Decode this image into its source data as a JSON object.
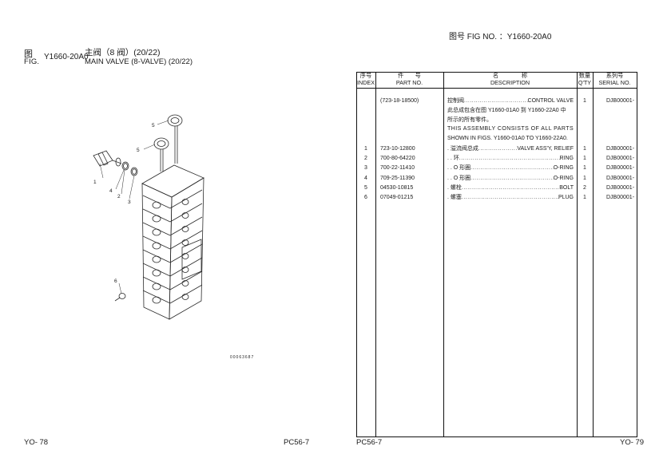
{
  "header": {
    "fig_cn": "图",
    "fig_en": "FIG.",
    "fig_no": "Y1660-20A0",
    "title_cn": "主阀（8 阀）(20/22)",
    "title_en": "MAIN VALVE (8-VALVE) (20/22)",
    "top_fig_label": "图号 FIG NO. ：Y1660-20A0"
  },
  "drawing": {
    "code": "00063687",
    "callouts": [
      "5",
      "5",
      "1",
      "4",
      "2",
      "3",
      "6"
    ]
  },
  "table": {
    "headers": {
      "index_cn": "序号",
      "index_en": "INDEX",
      "part_cn": "件　　号",
      "part_en": "PART NO.",
      "desc_cn": "名　　　　称",
      "desc_en": "DESCRIPTION",
      "qty_cn": "数量",
      "qty_en": "Q'TY",
      "serial_cn": "系列号",
      "serial_en": "SERIAL NO."
    },
    "assembly": {
      "part": "(723-18-18500)",
      "desc_cn": "控制阀",
      "desc_en": "CONTROL VALVE",
      "qty": "1",
      "serial": "DJB00001-",
      "note1": "此总成包含在图 Y1660-01A0 到 Y1660-22A0 中",
      "note2": "所示的所有零件。",
      "note3": "THIS ASSEMBLY CONSISTS OF ALL PARTS",
      "note4": "SHOWN IN FIGS. Y1660-01A0 TO Y1660-22A0."
    },
    "rows": [
      {
        "index": "1",
        "part": "723-10-12800",
        "desc_cn": ". 溢流阀总成",
        "desc_en": "VALVE ASS'Y, RELIEF",
        "qty": "1",
        "serial": "DJB00001-"
      },
      {
        "index": "2",
        "part": "700-80-64220",
        "desc_cn": ". . 环",
        "desc_en": "RING",
        "qty": "1",
        "serial": "DJB00001-"
      },
      {
        "index": "3",
        "part": "700-22-11410",
        "desc_cn": ". . O 形圈",
        "desc_en": "O-RING",
        "qty": "1",
        "serial": "DJB00001-"
      },
      {
        "index": "4",
        "part": "709-25-11390",
        "desc_cn": ". . O 形圈",
        "desc_en": "O-RING",
        "qty": "1",
        "serial": "DJB00001-"
      },
      {
        "index": "5",
        "part": "04530-10815",
        "desc_cn": ". 螺栓",
        "desc_en": "BOLT",
        "qty": "2",
        "serial": "DJB00001-"
      },
      {
        "index": "6",
        "part": "07049-01215",
        "desc_cn": ". 螺塞",
        "desc_en": "PLUG",
        "qty": "1",
        "serial": "DJB00001-"
      }
    ]
  },
  "footer": {
    "left_page": "YO- 78",
    "left_model": "PC56-7",
    "right_model": "PC56-7",
    "right_page": "YO- 79"
  }
}
